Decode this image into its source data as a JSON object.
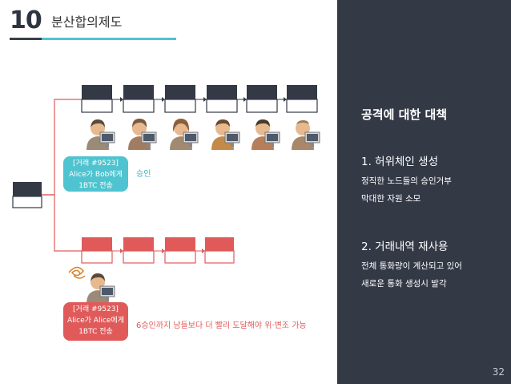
{
  "header": {
    "number": "10",
    "title": "분산합의제도"
  },
  "diagram": {
    "blue_callout": {
      "line1": "[거래 #9523]",
      "line2": "Alice가 Bob에게",
      "line3": "1BTC 전송"
    },
    "blue_note": "승인",
    "red_callout": {
      "line1": "[거래 #9523]",
      "line2": "Alice가 Alice에게",
      "line3": "1BTC 전송"
    },
    "red_note": "6승인까지 남들보다 더 빨리 도달해야 위·변조 가능",
    "colors": {
      "honest_block": "#343946",
      "attack_block": "#e05a5a",
      "connector": "#e05a5a",
      "teal": "#4fc3d0"
    },
    "honest_chain_blocks": 6,
    "attack_chain_blocks": 4,
    "honest_nodes": 6
  },
  "panel": {
    "heading": "공격에 대한 대책",
    "item1_title": "1. 허위체인 생성",
    "item1_line1": "정직한 노드들의 승인거부",
    "item1_line2": "막대한 자원 소모",
    "item2_title": "2. 거래내역 재사용",
    "item2_line1": "전체 통화량이 계산되고 있어",
    "item2_line2": "새로운 통화 생성시 발각"
  },
  "page_number": "32"
}
